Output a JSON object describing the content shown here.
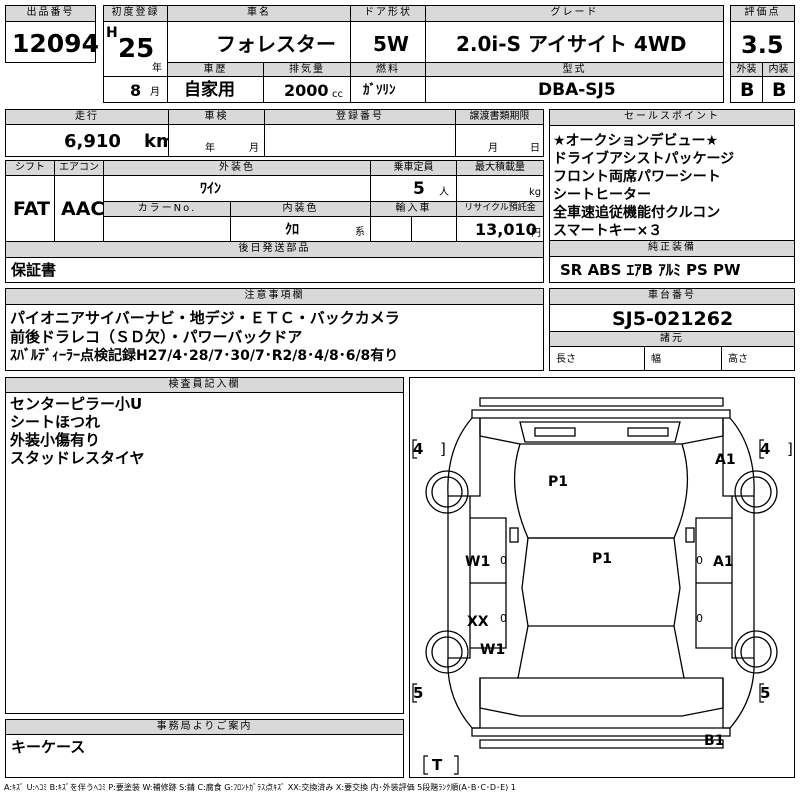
{
  "lot": {
    "label": "出品番号",
    "value": "12094"
  },
  "first_reg": {
    "label": "初度登録",
    "era": "H",
    "year": "25",
    "year_unit": "年",
    "month": "8",
    "month_unit": "月"
  },
  "car_name": {
    "label": "車名",
    "value": "フォレスター"
  },
  "door": {
    "label": "ドア形状",
    "value": "5W"
  },
  "grade": {
    "label": "グレード",
    "value": "2.0i-S アイサイト 4WD"
  },
  "score": {
    "label": "評価点",
    "value": "3.5",
    "ext_label": "外装",
    "int_label": "内装",
    "ext": "B",
    "int": "B"
  },
  "history": {
    "label": "車歴",
    "value": "自家用"
  },
  "displacement": {
    "label": "排気量",
    "value": "2000",
    "unit": "cc"
  },
  "fuel": {
    "label": "燃料",
    "value": "ｶﾞｿﾘﾝ"
  },
  "model_code": {
    "label": "型式",
    "value": "DBA-SJ5"
  },
  "mileage": {
    "label": "走行",
    "value": "6,910",
    "unit": "km"
  },
  "inspection": {
    "label": "車検",
    "year_unit": "年",
    "month_unit": "月"
  },
  "reg_number": {
    "label": "登録番号"
  },
  "transfer_deadline": {
    "label": "譲渡書類期限",
    "month_unit": "月",
    "day_unit": "日"
  },
  "sales_points": {
    "label": "セールスポイント",
    "items": [
      "★オークションデビュー★",
      "ドライブアシストパッケージ",
      "フロント両席パワーシート",
      "シートヒーター",
      "全車速追従機能付クルコン",
      "スマートキー×３"
    ]
  },
  "shift": {
    "label": "シフト",
    "value": "FAT"
  },
  "aircon": {
    "label": "エアコン",
    "value": "AAC"
  },
  "exterior_color": {
    "label": "外装色",
    "value": "ﾜｲﾝ"
  },
  "capacity": {
    "label": "乗車定員",
    "value": "5",
    "unit": "人"
  },
  "max_load": {
    "label": "最大積載量",
    "unit": "kg"
  },
  "color_no": {
    "label": "カラーNo."
  },
  "interior_color": {
    "label": "内装色",
    "value": "ｸﾛ",
    "suffix": "系"
  },
  "import": {
    "label": "輸入車"
  },
  "recycle": {
    "label": "リサイクル預託金",
    "value": "13,010",
    "unit": "円"
  },
  "later_parts": {
    "label": "後日発送部品",
    "value": "保証書"
  },
  "standard_equip": {
    "label": "純正装備",
    "value": "SR ABS ｴｱB ｱﾙﾐ PS PW"
  },
  "notes": {
    "label": "注意事項欄",
    "lines": [
      "パイオニアサイバーナビ・地デジ・ＥＴＣ・バックカメラ",
      "前後ドラレコ（ＳＤ欠）・パワーバックドア",
      "ｽﾊﾞﾙﾃﾞｨｰﾗｰ点検記録H27/4･28/7･30/7･R2/8･4/8･6/8有り"
    ]
  },
  "chassis_no": {
    "label": "車台番号",
    "value": "SJ5-021262"
  },
  "dimensions": {
    "label": "諸元",
    "length": "長さ",
    "width": "幅",
    "height": "高さ"
  },
  "inspector": {
    "label": "検査員記入欄",
    "lines": [
      "センターピラー小U",
      "シートほつれ",
      "外装小傷有り",
      "スタッドレスタイヤ"
    ]
  },
  "office": {
    "label": "事務局よりご案内",
    "value": "キーケース"
  },
  "diagram": {
    "tires": {
      "fl": "4",
      "fr": "4",
      "rl": "5",
      "rr": "5",
      "spare": "T"
    },
    "marks": {
      "hood": "P1",
      "roof": "P1",
      "front_right": "A1",
      "left_front_door": "W1",
      "right_front_door": "A1",
      "left_rear_door_a": "XX",
      "left_rear_door_b": "W1",
      "rear_bumper": "B1"
    }
  },
  "legend": "A:ｷｽﾞ U:ﾍｺﾐ B:ｷｽﾞを伴うﾍｺﾐ P:要塗装 W:補修跡 S:錆 C:腐食 G:ﾌﾛﾝﾄｶﾞﾗｽ点ｷｽﾞ XX:交換済み X:要交換 内･外装評価 5段階ﾗﾝｸ順(A･B･C･D･E) 1"
}
